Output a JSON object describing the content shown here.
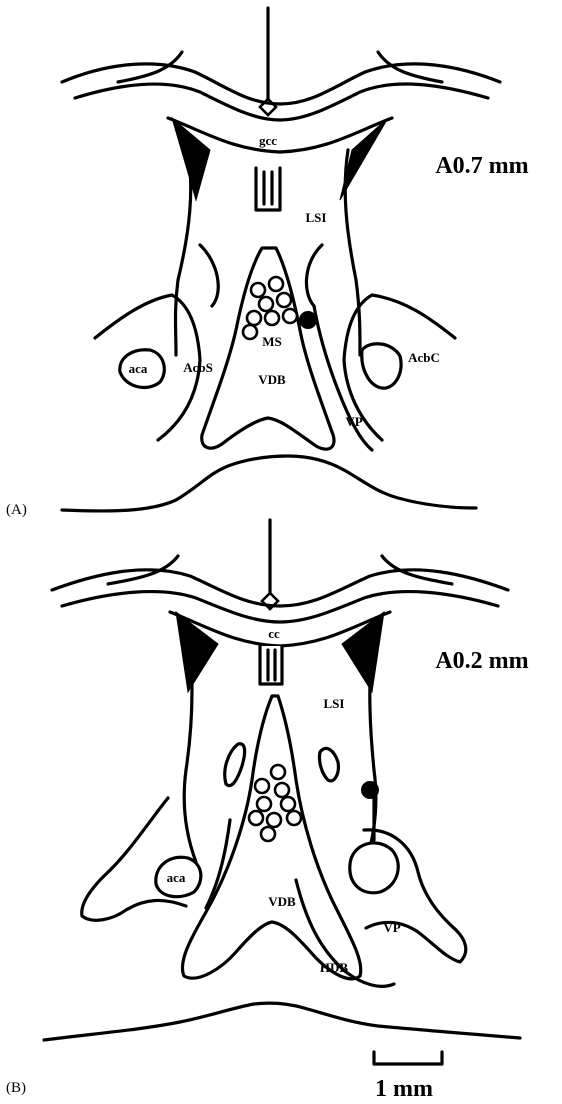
{
  "panels": [
    {
      "panel_label": "(A)",
      "level_label": "A0.7 mm",
      "regions": {
        "commissure": "gcc",
        "lateral_septum": "LSI",
        "medial_septum": "MS",
        "anterior_commissure": "aca",
        "accumbens_shell": "AcbS",
        "accumbens_core": "AcbC",
        "diagonal_band_vertical": "VDB",
        "ventral_pallidum": "VP"
      }
    },
    {
      "panel_label": "(B)",
      "level_label": "A0.2 mm",
      "regions": {
        "commissure": "cc",
        "lateral_septum": "LSI",
        "anterior_commissure": "aca",
        "diagonal_band_vertical": "VDB",
        "diagonal_band_horizontal": "HDB",
        "ventral_pallidum": "VP"
      }
    }
  ],
  "scale_bar": {
    "label": "1 mm"
  },
  "colors": {
    "ink": "#000000",
    "background": "#ffffff"
  }
}
